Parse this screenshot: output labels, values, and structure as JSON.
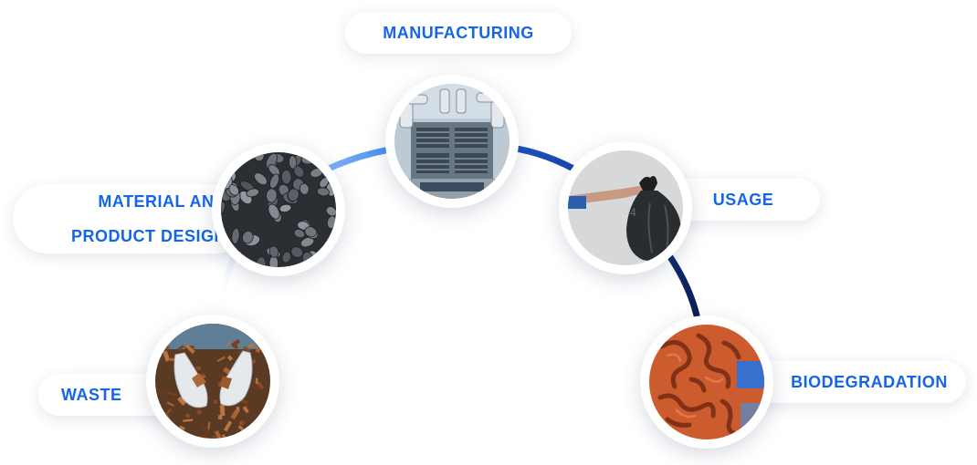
{
  "stages": {
    "manufacturing": {
      "label": "MANUFACTURING",
      "icon": "factory-robot-arms-icon"
    },
    "material": {
      "label_line1": "MATERIAL AND",
      "label_line2": "PRODUCT DESIGN",
      "icon": "plastic-pellets-icon"
    },
    "usage": {
      "label": "USAGE",
      "icon": "trash-bag-icon"
    },
    "waste": {
      "label": "WASTE",
      "icon": "wood-chips-hands-icon"
    },
    "biodegradation": {
      "label": "BIODEGRADATION",
      "icon": "bioplastic-maze-icon"
    }
  },
  "colors": {
    "label_text": "#1565e8",
    "arc_light": "#a9c8f5",
    "arc_mid": "#3f8af0",
    "arc_dark": "#0b1b4d"
  }
}
